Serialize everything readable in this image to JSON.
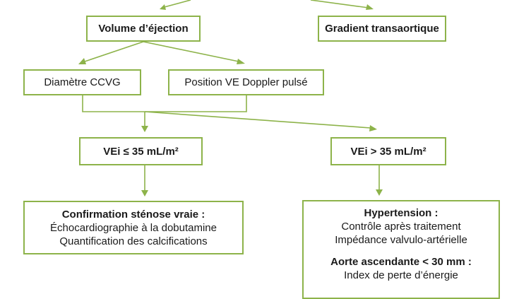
{
  "colors": {
    "accent": "#8db34a",
    "text": "#1a1a1a",
    "background": "#ffffff"
  },
  "nodes": {
    "volume": "Volume d’éjection",
    "gradient": "Gradient transaortique",
    "diametre": "Diamètre CCVG",
    "position": "Position VE Doppler pulsé",
    "vei_low": "VEi ≤ 35 mL/m²",
    "vei_high": "VEi > 35 mL/m²",
    "confirm": {
      "title": "Confirmation sténose vraie :",
      "lines": [
        "Échocardiographie à la dobutamine",
        "Quantification des calcifications"
      ]
    },
    "hyper": {
      "title": "Hypertension :",
      "lines": [
        "Contrôle après traitement",
        "Impédance valvulo-artérielle"
      ],
      "title2": "Aorte ascendante < 30 mm :",
      "lines2": [
        "Index de perte d’énergie"
      ]
    }
  }
}
